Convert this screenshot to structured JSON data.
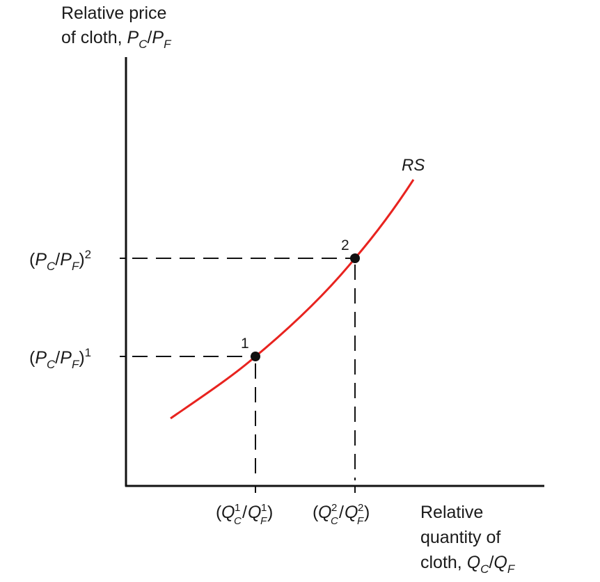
{
  "axes": {
    "y_label": {
      "line1": "Relative price",
      "line2_prefix": "of cloth, ",
      "var_top": "P",
      "sub_top": "C",
      "slash": "/",
      "var_bot": "P",
      "sub_bot": "F"
    },
    "x_label": {
      "line1": "Relative",
      "line2": "quantity of",
      "line3_prefix": "cloth, ",
      "var_top": "Q",
      "sub_top": "C",
      "slash": "/",
      "var_bot": "Q",
      "sub_bot": "F"
    }
  },
  "curve": {
    "label": "RS",
    "color": "#e8231f"
  },
  "points": [
    {
      "label": "1",
      "price_tick": {
        "open": "(",
        "var1": "P",
        "sub1": "C",
        "slash": "/",
        "var2": "P",
        "sub2": "F",
        "close": ")",
        "sup": "1"
      },
      "qty_tick": {
        "open": "(",
        "var1": "Q",
        "sup1": "1",
        "sub1": "C",
        "slash": "/",
        "var2": "Q",
        "sup2": "1",
        "sub2": "F",
        "close": ")"
      }
    },
    {
      "label": "2",
      "price_tick": {
        "open": "(",
        "var1": "P",
        "sub1": "C",
        "slash": "/",
        "var2": "P",
        "sub2": "F",
        "close": ")",
        "sup": "2"
      },
      "qty_tick": {
        "open": "(",
        "var1": "Q",
        "sup1": "2",
        "sub1": "C",
        "slash": "/",
        "var2": "Q",
        "sup2": "2",
        "sub2": "F",
        "close": ")"
      }
    }
  ]
}
